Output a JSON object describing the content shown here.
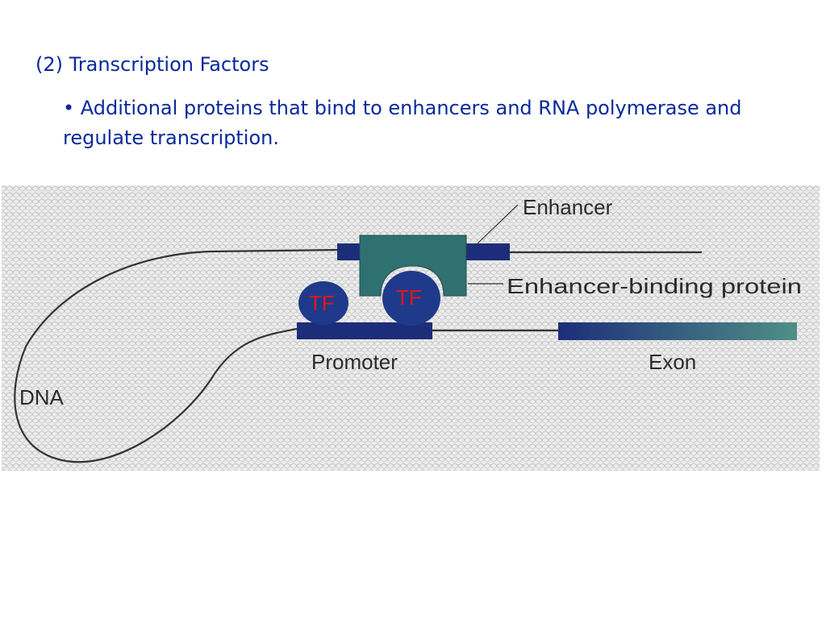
{
  "slide": {
    "heading": "(2) Transcription Factors",
    "bullet_marker": "•",
    "bullet_text": "Additional proteins that bind to enhancers and RNA polymerase and regulate transcription."
  },
  "diagram": {
    "labels": {
      "enhancer": "Enhancer",
      "enhancer_binding_protein": "Enhancer-binding protein",
      "promoter": "Promoter",
      "exon": "Exon",
      "dna": "DNA",
      "tf_left": "TF",
      "tf_right": "TF"
    },
    "colors": {
      "text": "#0a2a9a",
      "dna_bar": "#1c2e7a",
      "protein": "#2f7070",
      "tf_body": "#1f3a8a",
      "tf_text": "#e01818",
      "exon_gradient_end": "#4f8f86",
      "background_noise": "#d8d8d8"
    }
  }
}
